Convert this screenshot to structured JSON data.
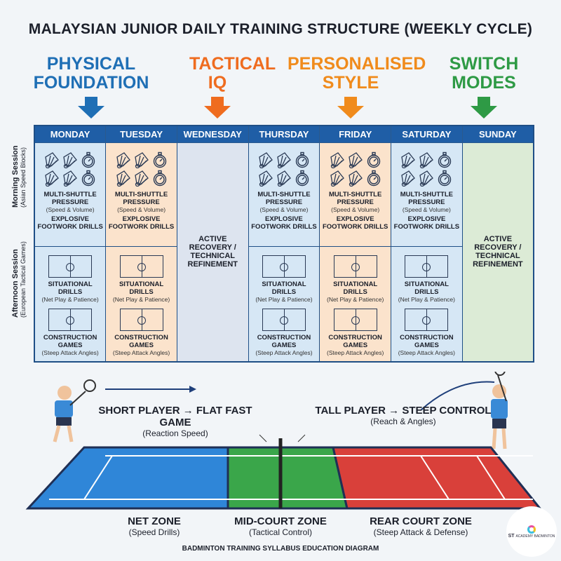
{
  "title": "MALAYSIAN JUNIOR DAILY TRAINING STRUCTURE (WEEKLY CYCLE)",
  "pillars": [
    {
      "label": "PHYSICAL FOUNDATION",
      "color": "#1f6fb5"
    },
    {
      "label": "TACTICAL IQ",
      "color": "#ef6c1f"
    },
    {
      "label": "PERSONALISED STYLE",
      "color": "#f08b1c"
    },
    {
      "label": "SWITCH MODES",
      "color": "#2e9a45"
    }
  ],
  "days": [
    "MONDAY",
    "TUESDAY",
    "WEDNESDAY",
    "THURSDAY",
    "FRIDAY",
    "SATURDAY",
    "SUNDAY"
  ],
  "rows": {
    "morning": {
      "title": "Morning Session",
      "sub": "(Asian Speed Blocks)"
    },
    "afternoon": {
      "title": "Afternoon Session",
      "sub": "(European Tactical Games)"
    }
  },
  "morning": {
    "drill1": "MULTI-SHUTTLE PRESSURE",
    "drill1_sub": "(Speed & Volume)",
    "drill2": "EXPLOSIVE FOOTWORK DRILLS"
  },
  "afternoon": {
    "drill1": "SITUATIONAL DRILLS",
    "drill1_sub": "(Net Play & Patience)",
    "drill2": "CONSTRUCTION GAMES",
    "drill2_sub": "(Steep Attack Angles)"
  },
  "rest": "ACTIVE RECOVERY / TECHNICAL REFINEMENT",
  "players": {
    "short": "SHORT PLAYER → FLAT FAST GAME",
    "short_sub": "(Reaction Speed)",
    "tall": "TALL PLAYER → STEEP CONTROL",
    "tall_sub": "(Reach & Angles)"
  },
  "zones": [
    {
      "label": "NET ZONE",
      "sub": "(Speed Drills)",
      "color": "#2f86d8"
    },
    {
      "label": "MID-COURT ZONE",
      "sub": "(Tactical Control)",
      "color": "#3aa64a"
    },
    {
      "label": "REAR COURT ZONE",
      "sub": "(Steep Attack & Defense)",
      "color": "#d9403a"
    }
  ],
  "footer": "BADMINTON TRAINING SYLLABUS EDUCATION DIAGRAM",
  "logo": "ST ACADEMY BADMINTON"
}
